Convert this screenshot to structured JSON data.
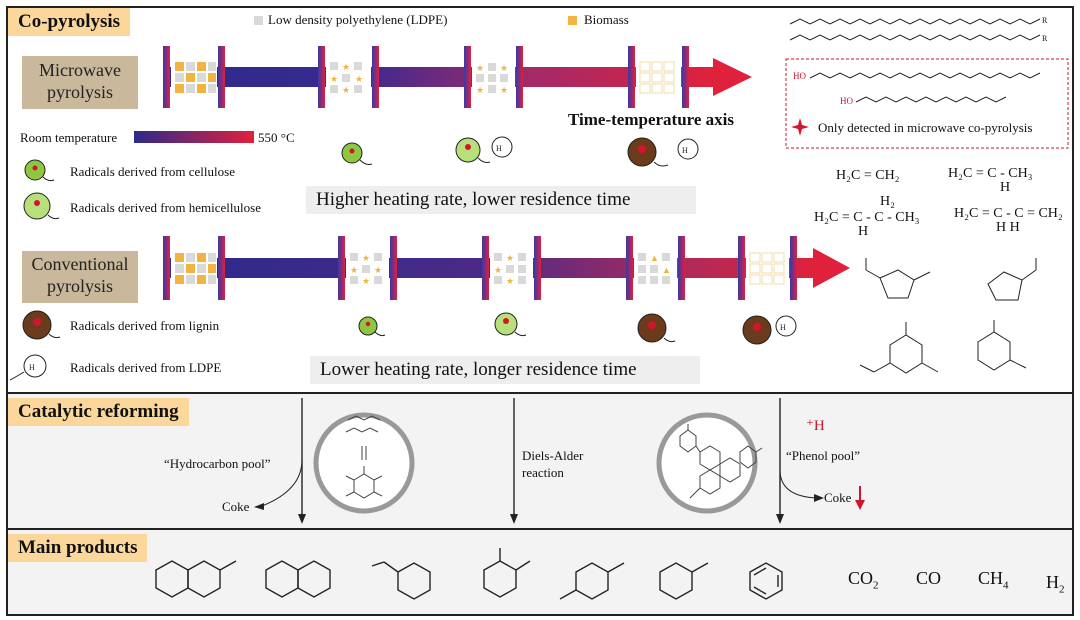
{
  "sections": {
    "copyrolysis": "Co-pyrolysis",
    "catalytic": "Catalytic reforming",
    "products": "Main products"
  },
  "legend_top": {
    "ldpe": "Low density polyethylene (LDPE)",
    "biomass": "Biomass"
  },
  "microwave": {
    "label_line1": "Microwave",
    "label_line2": "pyrolysis",
    "axis_label": "Time-temperature axis",
    "banner": "Higher heating rate, lower residence time"
  },
  "temperature_scale": {
    "start": "Room temperature",
    "end": "550 °C"
  },
  "radicals": {
    "cellulose": "Radicals derived from cellulose",
    "hemicellulose": "Radicals derived from hemicellulose",
    "lignin": "Radicals derived from lignin",
    "ldpe": "Radicals derived from LDPE"
  },
  "conventional": {
    "label_line1": "Conventional",
    "label_line2": "pyrolysis",
    "banner": "Lower heating rate, longer residence time"
  },
  "only_detected": "Only detected in microwave co-pyrolysis",
  "molecule_labels": {
    "r": "R",
    "ho": "HO"
  },
  "formulas": {
    "ethylene": "H₂C = CH₂",
    "propylene": "H₂C = C - CH₃",
    "propylene_h": "H",
    "butene_h2": "H₂",
    "butene": "H₂C = C - C - CH₃",
    "butene_h": "H",
    "butadiene": "H₂C = C - C = CH₂",
    "butadiene_h": "H   H"
  },
  "catalytic": {
    "hydrocarbon_pool": "“Hydrocarbon pool”",
    "coke1": "Coke",
    "diels_alder_line1": "Diels-Alder",
    "diels_alder_line2": "reaction",
    "h_plus": "⁺H",
    "phenol_pool": "“Phenol pool”",
    "coke2": "Coke"
  },
  "gases": {
    "co2": "CO",
    "co2_sub": "2",
    "co": "CO",
    "ch4": "CH",
    "ch4_sub": "4",
    "h2": "H",
    "h2_sub": "2"
  },
  "colors": {
    "section_title_bg": "#fbd79b",
    "label_bg": "#c9b89c",
    "arrow_start": "#2b2a8a",
    "arrow_end": "#e0213c",
    "ldpe_square": "#d9d9d9",
    "biomass_square": "#f2b441",
    "cellulose_radical": "#8dc63f",
    "lignin_radical": "#6b3b1c",
    "accent_red": "#d4142f"
  }
}
